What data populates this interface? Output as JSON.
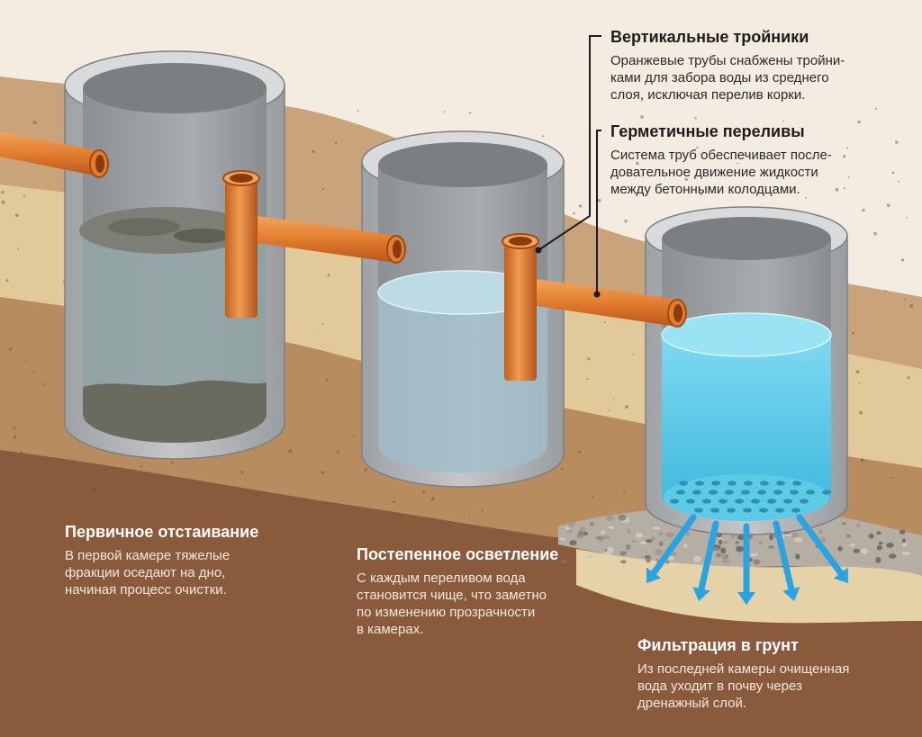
{
  "labels": {
    "tees": {
      "title": "Вертикальные тройники",
      "body": "Оранжевые трубы снабжены тройни-\nками для забора воды из среднего\nслоя, исключая перелив корки."
    },
    "overflows": {
      "title": "Герметичные переливы",
      "body": "Система труб обеспечивает после-\nдовательное движение жидкости\nмежду бетонными колодцами."
    },
    "primary": {
      "title": "Первичное отстаивание",
      "body": "В первой камере тяжелые\nфракции оседают на дно,\nначиная процесс очистки."
    },
    "gradual": {
      "title": "Постепенное осветление",
      "body": "С каждым переливом вода\nстановится чище, что заметно\nпо изменению прозрачности\nв камерах."
    },
    "filtration": {
      "title": "Фильтрация в грунт",
      "body": "Из последней камеры очищенная\nвода уходит в почву через\nдренажный слой."
    }
  },
  "colors": {
    "background": "#f4ece0",
    "topsoil": "#c9a37a",
    "sand": "#e2c99a",
    "loam": "#b98c60",
    "clay": "#8a5a3c",
    "concrete": "#c9cacb",
    "pipe": "#e27d2e",
    "sludge_water": "#8fa3a3",
    "clear_water": "#53c8e8",
    "arrow": "#2aa3e3"
  }
}
